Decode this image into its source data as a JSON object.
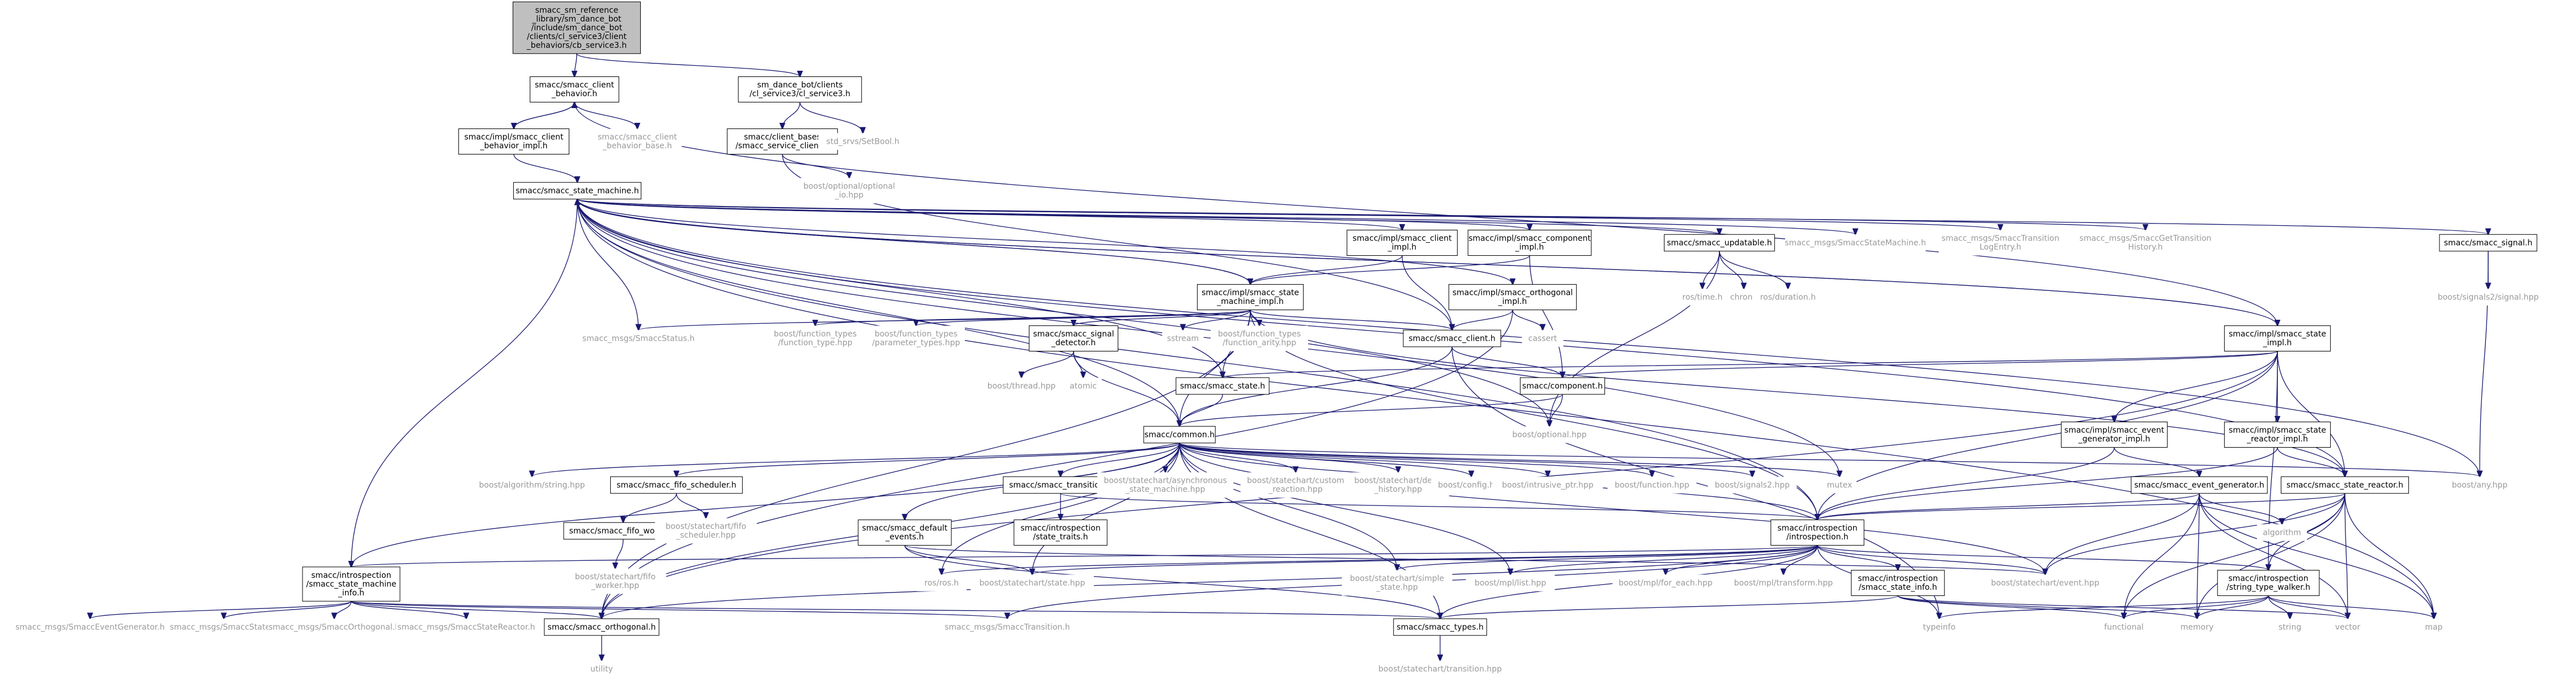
{
  "colors": {
    "edge": "#191970",
    "box_stroke": "#000000",
    "box_fill": "#ffffff",
    "root_fill": "#bfbfbf",
    "text": "#000000",
    "gray_text": "#999999"
  },
  "nodes": [
    {
      "id": "root",
      "lines": [
        "smacc_sm_reference",
        "_library/sm_dance_bot",
        "/include/sm_dance_bot",
        "/clients/cl_service3/client",
        "_behaviors/cb_service3.h"
      ],
      "style": "root"
    },
    {
      "id": "cb",
      "lines": [
        "smacc/smacc_client",
        "_behavior.h"
      ],
      "style": "box"
    },
    {
      "id": "cls3",
      "lines": [
        "sm_dance_bot/clients",
        "/cl_service3/cl_service3.h"
      ],
      "style": "box"
    },
    {
      "id": "cbimpl",
      "lines": [
        "smacc/impl/smacc_client",
        "_behavior_impl.h"
      ],
      "style": "box"
    },
    {
      "id": "cbbase",
      "lines": [
        "smacc/smacc_client",
        "_behavior_base.h"
      ],
      "style": "gray"
    },
    {
      "id": "svcclient",
      "lines": [
        "smacc/client_bases",
        "/smacc_service_client.h"
      ],
      "style": "box"
    },
    {
      "id": "setbool",
      "lines": [
        "std_srvs/SetBool.h"
      ],
      "style": "gray"
    },
    {
      "id": "optio",
      "lines": [
        "boost/optional/optional",
        "_io.hpp"
      ],
      "style": "gray"
    },
    {
      "id": "sm",
      "lines": [
        "smacc/smacc_state_machine.h"
      ],
      "style": "box"
    },
    {
      "id": "clientimpl",
      "lines": [
        "smacc/impl/smacc_client",
        "_impl.h"
      ],
      "style": "box"
    },
    {
      "id": "compimpl",
      "lines": [
        "smacc/impl/smacc_component",
        "_impl.h"
      ],
      "style": "box"
    },
    {
      "id": "updatable",
      "lines": [
        "smacc/smacc_updatable.h"
      ],
      "style": "box"
    },
    {
      "id": "smaccsm",
      "lines": [
        "smacc_msgs/SmaccStateMachine.h"
      ],
      "style": "gray"
    },
    {
      "id": "translog",
      "lines": [
        "smacc_msgs/SmaccTransition",
        "LogEntry.h"
      ],
      "style": "gray"
    },
    {
      "id": "gettrans",
      "lines": [
        "smacc_msgs/SmaccGetTransition",
        "History.h"
      ],
      "style": "gray"
    },
    {
      "id": "signal",
      "lines": [
        "smacc/smacc_signal.h"
      ],
      "style": "box"
    },
    {
      "id": "smimpl",
      "lines": [
        "smacc/impl/smacc_state",
        "_machine_impl.h"
      ],
      "style": "box"
    },
    {
      "id": "orthimpl",
      "lines": [
        "smacc/impl/smacc_orthogonal",
        "_impl.h"
      ],
      "style": "box"
    },
    {
      "id": "rostime",
      "lines": [
        "ros/time.h"
      ],
      "style": "gray"
    },
    {
      "id": "chrono",
      "lines": [
        "chrono"
      ],
      "style": "gray"
    },
    {
      "id": "rosdur",
      "lines": [
        "ros/duration.h"
      ],
      "style": "gray"
    },
    {
      "id": "signals2sig",
      "lines": [
        "boost/signals2/signal.hpp"
      ],
      "style": "gray"
    },
    {
      "id": "status",
      "lines": [
        "smacc_msgs/SmaccStatus.h"
      ],
      "style": "gray"
    },
    {
      "id": "fntype",
      "lines": [
        "boost/function_types",
        "/function_type.hpp"
      ],
      "style": "gray"
    },
    {
      "id": "fnparam",
      "lines": [
        "boost/function_types",
        "/parameter_types.hpp"
      ],
      "style": "gray"
    },
    {
      "id": "sigdet",
      "lines": [
        "smacc/smacc_signal",
        "_detector.h"
      ],
      "style": "box"
    },
    {
      "id": "sstream",
      "lines": [
        "sstream"
      ],
      "style": "gray"
    },
    {
      "id": "fnarity",
      "lines": [
        "boost/function_types",
        "/function_arity.hpp"
      ],
      "style": "gray"
    },
    {
      "id": "client",
      "lines": [
        "smacc/smacc_client.h"
      ],
      "style": "box"
    },
    {
      "id": "cassert",
      "lines": [
        "cassert"
      ],
      "style": "gray"
    },
    {
      "id": "stateimpl",
      "lines": [
        "smacc/impl/smacc_state",
        "_impl.h"
      ],
      "style": "box"
    },
    {
      "id": "thread",
      "lines": [
        "boost/thread.hpp"
      ],
      "style": "gray"
    },
    {
      "id": "atomic",
      "lines": [
        "atomic"
      ],
      "style": "gray"
    },
    {
      "id": "state",
      "lines": [
        "smacc/smacc_state.h"
      ],
      "style": "box"
    },
    {
      "id": "component",
      "lines": [
        "smacc/component.h"
      ],
      "style": "box"
    },
    {
      "id": "optional",
      "lines": [
        "boost/optional.hpp"
      ],
      "style": "gray"
    },
    {
      "id": "common",
      "lines": [
        "smacc/common.h"
      ],
      "style": "box"
    },
    {
      "id": "evgenimpl",
      "lines": [
        "smacc/impl/smacc_event",
        "_generator_impl.h"
      ],
      "style": "box"
    },
    {
      "id": "srimpl",
      "lines": [
        "smacc/impl/smacc_state",
        "_reactor_impl.h"
      ],
      "style": "box"
    },
    {
      "id": "boostany",
      "lines": [
        "boost/any.hpp"
      ],
      "style": "gray"
    },
    {
      "id": "algstring",
      "lines": [
        "boost/algorithm/string.hpp"
      ],
      "style": "gray"
    },
    {
      "id": "fifosched",
      "lines": [
        "smacc/smacc_fifo_scheduler.h"
      ],
      "style": "box"
    },
    {
      "id": "transition",
      "lines": [
        "smacc/smacc_transition.h"
      ],
      "style": "box"
    },
    {
      "id": "async",
      "lines": [
        "boost/statechart/asynchronous",
        "_state_machine.hpp"
      ],
      "style": "gray"
    },
    {
      "id": "custom",
      "lines": [
        "boost/statechart/custom",
        "_reaction.hpp"
      ],
      "style": "gray"
    },
    {
      "id": "deephist",
      "lines": [
        "boost/statechart/deep",
        "_history.hpp"
      ],
      "style": "gray"
    },
    {
      "id": "config",
      "lines": [
        "boost/config.hpp"
      ],
      "style": "gray"
    },
    {
      "id": "intrusive",
      "lines": [
        "boost/intrusive_ptr.hpp"
      ],
      "style": "gray"
    },
    {
      "id": "function",
      "lines": [
        "boost/function.hpp"
      ],
      "style": "gray"
    },
    {
      "id": "signals2",
      "lines": [
        "boost/signals2.hpp"
      ],
      "style": "gray"
    },
    {
      "id": "mutex",
      "lines": [
        "mutex"
      ],
      "style": "gray"
    },
    {
      "id": "evgen",
      "lines": [
        "smacc/smacc_event_generator.h"
      ],
      "style": "box"
    },
    {
      "id": "reactor",
      "lines": [
        "smacc/smacc_state_reactor.h"
      ],
      "style": "box"
    },
    {
      "id": "fifoworker",
      "lines": [
        "smacc/smacc_fifo_worker.h"
      ],
      "style": "box"
    },
    {
      "id": "fifoschedhpp",
      "lines": [
        "boost/statechart/fifo",
        "_scheduler.hpp"
      ],
      "style": "gray"
    },
    {
      "id": "statetraits",
      "lines": [
        "smacc/introspection",
        "/state_traits.h"
      ],
      "style": "box"
    },
    {
      "id": "defevents",
      "lines": [
        "smacc/smacc_default",
        "_events.h"
      ],
      "style": "box"
    },
    {
      "id": "introspection",
      "lines": [
        "smacc/introspection",
        "/introspection.h"
      ],
      "style": "box"
    },
    {
      "id": "algorithm",
      "lines": [
        "algorithm"
      ],
      "style": "gray"
    },
    {
      "id": "fifoworkerhpp",
      "lines": [
        "boost/statechart/fifo",
        "_worker.hpp"
      ],
      "style": "gray"
    },
    {
      "id": "smi",
      "lines": [
        "smacc/introspection",
        "/smacc_state_machine",
        "_info.h"
      ],
      "style": "box"
    },
    {
      "id": "rosros",
      "lines": [
        "ros/ros.h"
      ],
      "style": "gray"
    },
    {
      "id": "statehpp",
      "lines": [
        "boost/statechart/state.hpp"
      ],
      "style": "gray"
    },
    {
      "id": "simplestate",
      "lines": [
        "boost/statechart/simple",
        "_state.hpp"
      ],
      "style": "gray"
    },
    {
      "id": "mpllist",
      "lines": [
        "boost/mpl/list.hpp"
      ],
      "style": "gray"
    },
    {
      "id": "foreach",
      "lines": [
        "boost/mpl/for_each.hpp"
      ],
      "style": "gray"
    },
    {
      "id": "mpltransform",
      "lines": [
        "boost/mpl/transform.hpp"
      ],
      "style": "gray"
    },
    {
      "id": "stateinfo",
      "lines": [
        "smacc/introspection",
        "/smacc_state_info.h"
      ],
      "style": "box"
    },
    {
      "id": "eventhpp",
      "lines": [
        "boost/statechart/event.hpp"
      ],
      "style": "gray"
    },
    {
      "id": "walker",
      "lines": [
        "smacc/introspection",
        "/string_type_walker.h"
      ],
      "style": "box"
    },
    {
      "id": "evgenmsg",
      "lines": [
        "smacc_msgs/SmaccEventGenerator.h"
      ],
      "style": "gray"
    },
    {
      "id": "statemsg",
      "lines": [
        "smacc_msgs/SmaccState.h"
      ],
      "style": "gray"
    },
    {
      "id": "orthmsg",
      "lines": [
        "smacc_msgs/SmaccOrthogonal.h"
      ],
      "style": "gray"
    },
    {
      "id": "reactormsg",
      "lines": [
        "smacc_msgs/SmaccStateReactor.h"
      ],
      "style": "gray"
    },
    {
      "id": "orthogonal",
      "lines": [
        "smacc/smacc_orthogonal.h"
      ],
      "style": "box"
    },
    {
      "id": "transmsg",
      "lines": [
        "smacc_msgs/SmaccTransition.h"
      ],
      "style": "gray"
    },
    {
      "id": "types",
      "lines": [
        "smacc/smacc_types.h"
      ],
      "style": "box"
    },
    {
      "id": "typeinfo",
      "lines": [
        "typeinfo"
      ],
      "style": "gray"
    },
    {
      "id": "functional",
      "lines": [
        "functional"
      ],
      "style": "gray"
    },
    {
      "id": "memory",
      "lines": [
        "memory"
      ],
      "style": "gray"
    },
    {
      "id": "string",
      "lines": [
        "string"
      ],
      "style": "gray"
    },
    {
      "id": "vector",
      "lines": [
        "vector"
      ],
      "style": "gray"
    },
    {
      "id": "map",
      "lines": [
        "map"
      ],
      "style": "gray"
    },
    {
      "id": "utility",
      "lines": [
        "utility"
      ],
      "style": "gray"
    },
    {
      "id": "transhpp",
      "lines": [
        "boost/statechart/transition.hpp"
      ],
      "style": "gray"
    }
  ],
  "edges": [
    [
      "root",
      "cb"
    ],
    [
      "root",
      "cls3"
    ],
    [
      "cb",
      "cbimpl"
    ],
    [
      "cb",
      "cbbase"
    ],
    [
      "cbimpl",
      "cb"
    ],
    [
      "cbimpl",
      "sm"
    ],
    [
      "cls3",
      "svcclient"
    ],
    [
      "cls3",
      "setbool"
    ],
    [
      "svcclient",
      "optio"
    ],
    [
      "svcclient",
      "client"
    ],
    [
      "sm",
      "clientimpl"
    ],
    [
      "sm",
      "compimpl"
    ],
    [
      "sm",
      "updatable"
    ],
    [
      "sm",
      "smaccsm"
    ],
    [
      "sm",
      "translog"
    ],
    [
      "sm",
      "gettrans"
    ],
    [
      "sm",
      "signal"
    ],
    [
      "sm",
      "smimpl"
    ],
    [
      "sm",
      "orthimpl"
    ],
    [
      "sm",
      "stateimpl"
    ],
    [
      "sm",
      "common"
    ],
    [
      "sm",
      "state"
    ],
    [
      "sm",
      "status"
    ],
    [
      "sm",
      "smi"
    ],
    [
      "sm",
      "introspection"
    ],
    [
      "sm",
      "reactor"
    ],
    [
      "sm",
      "boostany"
    ],
    [
      "sm",
      "map"
    ],
    [
      "sm",
      "mutex"
    ],
    [
      "sm",
      "optional"
    ],
    [
      "clientimpl",
      "smimpl"
    ],
    [
      "clientimpl",
      "client"
    ],
    [
      "compimpl",
      "component"
    ],
    [
      "compimpl",
      "smimpl"
    ],
    [
      "updatable",
      "rostime"
    ],
    [
      "updatable",
      "chrono"
    ],
    [
      "updatable",
      "rosdur"
    ],
    [
      "updatable",
      "optional"
    ],
    [
      "signal",
      "signals2sig"
    ],
    [
      "signal",
      "boostany"
    ],
    [
      "smimpl",
      "status"
    ],
    [
      "smimpl",
      "fntype"
    ],
    [
      "smimpl",
      "fnparam"
    ],
    [
      "smimpl",
      "sigdet"
    ],
    [
      "smimpl",
      "sstream"
    ],
    [
      "smimpl",
      "fnarity"
    ],
    [
      "smimpl",
      "client"
    ],
    [
      "smimpl",
      "state"
    ],
    [
      "smimpl",
      "orthogonal"
    ],
    [
      "smimpl",
      "common"
    ],
    [
      "smimpl",
      "sm"
    ],
    [
      "smimpl",
      "reactor"
    ],
    [
      "smimpl",
      "introspection"
    ],
    [
      "orthimpl",
      "client"
    ],
    [
      "orthimpl",
      "cassert"
    ],
    [
      "orthimpl",
      "orthogonal"
    ],
    [
      "stateimpl",
      "cb"
    ],
    [
      "stateimpl",
      "state"
    ],
    [
      "stateimpl",
      "evgenimpl"
    ],
    [
      "stateimpl",
      "srimpl"
    ],
    [
      "stateimpl",
      "reactor"
    ],
    [
      "stateimpl",
      "introspection"
    ],
    [
      "stateimpl",
      "orthogonal"
    ],
    [
      "stateimpl",
      "sm"
    ],
    [
      "stateimpl",
      "walker"
    ],
    [
      "stateimpl",
      "component"
    ],
    [
      "sigdet",
      "thread"
    ],
    [
      "sigdet",
      "atomic"
    ],
    [
      "sigdet",
      "common"
    ],
    [
      "client",
      "common"
    ],
    [
      "client",
      "component"
    ],
    [
      "client",
      "typeinfo"
    ],
    [
      "state",
      "common"
    ],
    [
      "component",
      "common"
    ],
    [
      "component",
      "optional"
    ],
    [
      "evgenimpl",
      "evgen"
    ],
    [
      "evgenimpl",
      "introspection"
    ],
    [
      "srimpl",
      "reactor"
    ],
    [
      "srimpl",
      "introspection"
    ],
    [
      "common",
      "algstring"
    ],
    [
      "common",
      "fifosched"
    ],
    [
      "common",
      "transition"
    ],
    [
      "common",
      "async"
    ],
    [
      "common",
      "custom"
    ],
    [
      "common",
      "deephist"
    ],
    [
      "common",
      "config"
    ],
    [
      "common",
      "intrusive"
    ],
    [
      "common",
      "function"
    ],
    [
      "common",
      "signals2"
    ],
    [
      "common",
      "mutex"
    ],
    [
      "common",
      "boostany"
    ],
    [
      "common",
      "introspection"
    ],
    [
      "common",
      "defevents"
    ],
    [
      "common",
      "rosros"
    ],
    [
      "common",
      "statehpp"
    ],
    [
      "common",
      "simplestate"
    ],
    [
      "common",
      "mpllist"
    ],
    [
      "common",
      "eventhpp"
    ],
    [
      "common",
      "types"
    ],
    [
      "common",
      "orthogonal"
    ],
    [
      "common",
      "smi"
    ],
    [
      "fifosched",
      "fifoworker"
    ],
    [
      "fifosched",
      "fifoschedhpp"
    ],
    [
      "fifoworker",
      "fifoworkerhpp"
    ],
    [
      "transition",
      "statetraits"
    ],
    [
      "transition",
      "introspection"
    ],
    [
      "defevents",
      "statehpp"
    ],
    [
      "defevents",
      "eventhpp"
    ],
    [
      "defevents",
      "types"
    ],
    [
      "evgen",
      "introspection"
    ],
    [
      "evgen",
      "algorithm"
    ],
    [
      "evgen",
      "eventhpp"
    ],
    [
      "evgen",
      "memory"
    ],
    [
      "evgen",
      "vector"
    ],
    [
      "evgen",
      "map"
    ],
    [
      "evgen",
      "functional"
    ],
    [
      "reactor",
      "introspection"
    ],
    [
      "reactor",
      "algorithm"
    ],
    [
      "reactor",
      "eventhpp"
    ],
    [
      "reactor",
      "memory"
    ],
    [
      "reactor",
      "vector"
    ],
    [
      "reactor",
      "map"
    ],
    [
      "reactor",
      "functional"
    ],
    [
      "reactor",
      "walker"
    ],
    [
      "introspection",
      "smi"
    ],
    [
      "introspection",
      "rosros"
    ],
    [
      "introspection",
      "statehpp"
    ],
    [
      "introspection",
      "simplestate"
    ],
    [
      "introspection",
      "mpllist"
    ],
    [
      "introspection",
      "foreach"
    ],
    [
      "introspection",
      "mpltransform"
    ],
    [
      "introspection",
      "stateinfo"
    ],
    [
      "introspection",
      "eventhpp"
    ],
    [
      "introspection",
      "walker"
    ],
    [
      "introspection",
      "typeinfo"
    ],
    [
      "introspection",
      "types"
    ],
    [
      "introspection",
      "transmsg"
    ],
    [
      "introspection",
      "orthogonal"
    ],
    [
      "smi",
      "evgenmsg"
    ],
    [
      "smi",
      "statemsg"
    ],
    [
      "smi",
      "orthmsg"
    ],
    [
      "smi",
      "reactormsg"
    ],
    [
      "smi",
      "orthogonal"
    ],
    [
      "smi",
      "transmsg"
    ],
    [
      "smi",
      "types"
    ],
    [
      "stateinfo",
      "types"
    ],
    [
      "stateinfo",
      "functional"
    ],
    [
      "stateinfo",
      "memory"
    ],
    [
      "stateinfo",
      "vector"
    ],
    [
      "walker",
      "typeinfo"
    ],
    [
      "walker",
      "functional"
    ],
    [
      "walker",
      "memory"
    ],
    [
      "walker",
      "string"
    ],
    [
      "walker",
      "vector"
    ],
    [
      "walker",
      "map"
    ],
    [
      "orthogonal",
      "utility"
    ],
    [
      "types",
      "transhpp"
    ]
  ]
}
